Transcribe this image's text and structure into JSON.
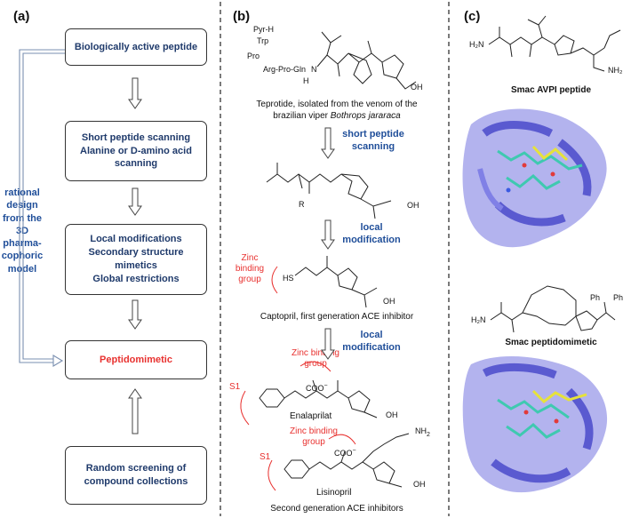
{
  "panels": {
    "a": "(a)",
    "b": "(b)",
    "c": "(c)"
  },
  "panel_a": {
    "box1": "Biologically active peptide",
    "box2": [
      "Short peptide scanning",
      "Alanine or D-amino acid",
      "scanning"
    ],
    "box3": [
      "Local modifications",
      "Secondary structure",
      "mimetics",
      "Global restrictions"
    ],
    "box4": "Peptidomimetic",
    "box5": [
      "Random screening of",
      "compound collections"
    ],
    "side_note": [
      "rational",
      "design",
      "from the",
      "3D",
      "pharma-",
      "cophoric",
      "model"
    ]
  },
  "panel_b": {
    "teprotide_residues": [
      "Pyr-H",
      "Trp",
      "Pro",
      "Arg-Pro-Gln"
    ],
    "teprotide_nh": "N",
    "teprotide_h": "H",
    "teprotide_oh": "OH",
    "teprotide_caption_1": "Teprotide, isolated from the venom of the",
    "teprotide_caption_2": "brazilian viper ",
    "teprotide_caption_italic": "Bothrops jararaca",
    "step1": [
      "short peptide",
      "scanning"
    ],
    "tri_r": "R",
    "tri_oh": "OH",
    "step2": [
      "local",
      "modification"
    ],
    "zinc1": [
      "Zinc",
      "binding",
      "group"
    ],
    "captopril_hs": "HS",
    "captopril_oh": "OH",
    "captopril_caption": "Captopril, first generation ACE  inhibitor",
    "step3": [
      "local",
      "modification"
    ],
    "zinc2": [
      "Zinc binding",
      "group"
    ],
    "s1_a": "S1",
    "enal_coo": "COO",
    "enal_oh": "OH",
    "enal_name": "Enalaprilat",
    "zinc3": [
      "Zinc binding",
      "group"
    ],
    "s1_b": "S1",
    "lis_coo": "COO",
    "lis_nh2": "NH",
    "lis_nh2_sub": "2",
    "lis_oh": "OH",
    "lis_name": "Lisinopril",
    "final_caption": "Second generation ACE inhibitors"
  },
  "panel_c": {
    "avpi_h2n": "H₂N",
    "avpi_nh2": "NH₂",
    "avpi_caption": "Smac AVPI peptide",
    "mimetic_h2n": "H₂N",
    "mimetic_ph1": "Ph",
    "mimetic_ph2": "Ph",
    "mimetic_caption": "Smac peptidomimetic"
  },
  "colors": {
    "blue_text": "#1f4e99",
    "red_text": "#e8312f",
    "protein": "#6a6ad6",
    "ligand_cyan": "#3fc9b0",
    "ligand_yellow": "#e6e23a"
  }
}
